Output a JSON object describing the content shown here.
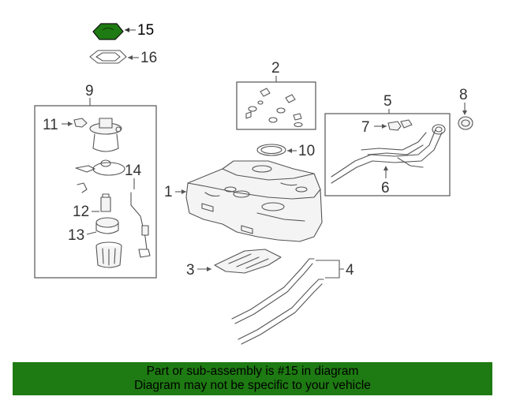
{
  "diagram": {
    "highlight_color": "#1e7a12",
    "callouts": {
      "c1": "1",
      "c2": "2",
      "c3": "3",
      "c4": "4",
      "c5": "5",
      "c6": "6",
      "c7": "7",
      "c8": "8",
      "c9": "9",
      "c10": "10",
      "c11": "11",
      "c12": "12",
      "c13": "13",
      "c14": "14",
      "c15": "15",
      "c16": "16"
    }
  },
  "banner": {
    "line1": "Part or sub-assembly is #15 in diagram",
    "line2": "Diagram may not be specific to your vehicle",
    "background": "#1e7a12"
  }
}
